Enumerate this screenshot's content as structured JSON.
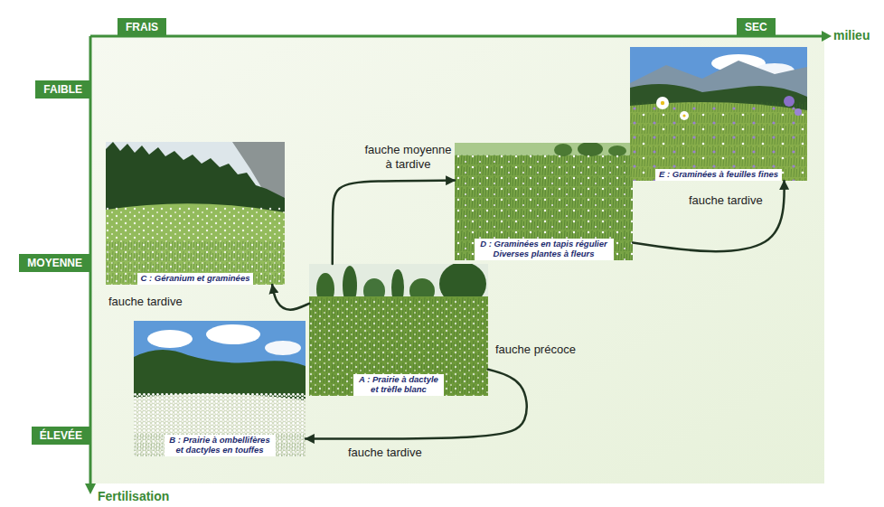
{
  "diagram": {
    "nodes": [
      {
        "text": [
          "FRAIS"
        ]
      },
      {
        "text": [
          "SEC"
        ]
      },
      {
        "text": [
          "FAIBLE"
        ]
      },
      {
        "text": [
          "MOYENNE"
        ]
      },
      {
        "text": [
          "ÉLEVÉE"
        ]
      },
      {
        "text": [
          "A : Prairie à dactyle et trèfle blanc"
        ]
      },
      {
        "text": [
          "B : Prairie à ombellifères et dactyles en touffes"
        ]
      },
      {
        "text": [
          "C : Géranium et graminées"
        ]
      },
      {
        "text": [
          "D : Graminées en tapis régulier Diverses plantes à fleurs"
        ]
      },
      {
        "text": [
          "E : Graminées à feuilles fines"
        ]
      }
    ],
    "edges": [
      {
        "from": 5,
        "to": 7,
        "arrow": "to",
        "label": "fauche tardive"
      },
      {
        "from": 5,
        "to": 8,
        "arrow": "to",
        "label": "fauche moyenne à tardive"
      },
      {
        "from": 5,
        "to": 6,
        "arrow": "to",
        "label": "fauche tardive"
      },
      {
        "from": 8,
        "to": 9,
        "arrow": "to",
        "label": "fauche tardive"
      }
    ],
    "labels": [
      "milieu",
      "Fertilisation",
      "fauche précoce"
    ]
  }
}
